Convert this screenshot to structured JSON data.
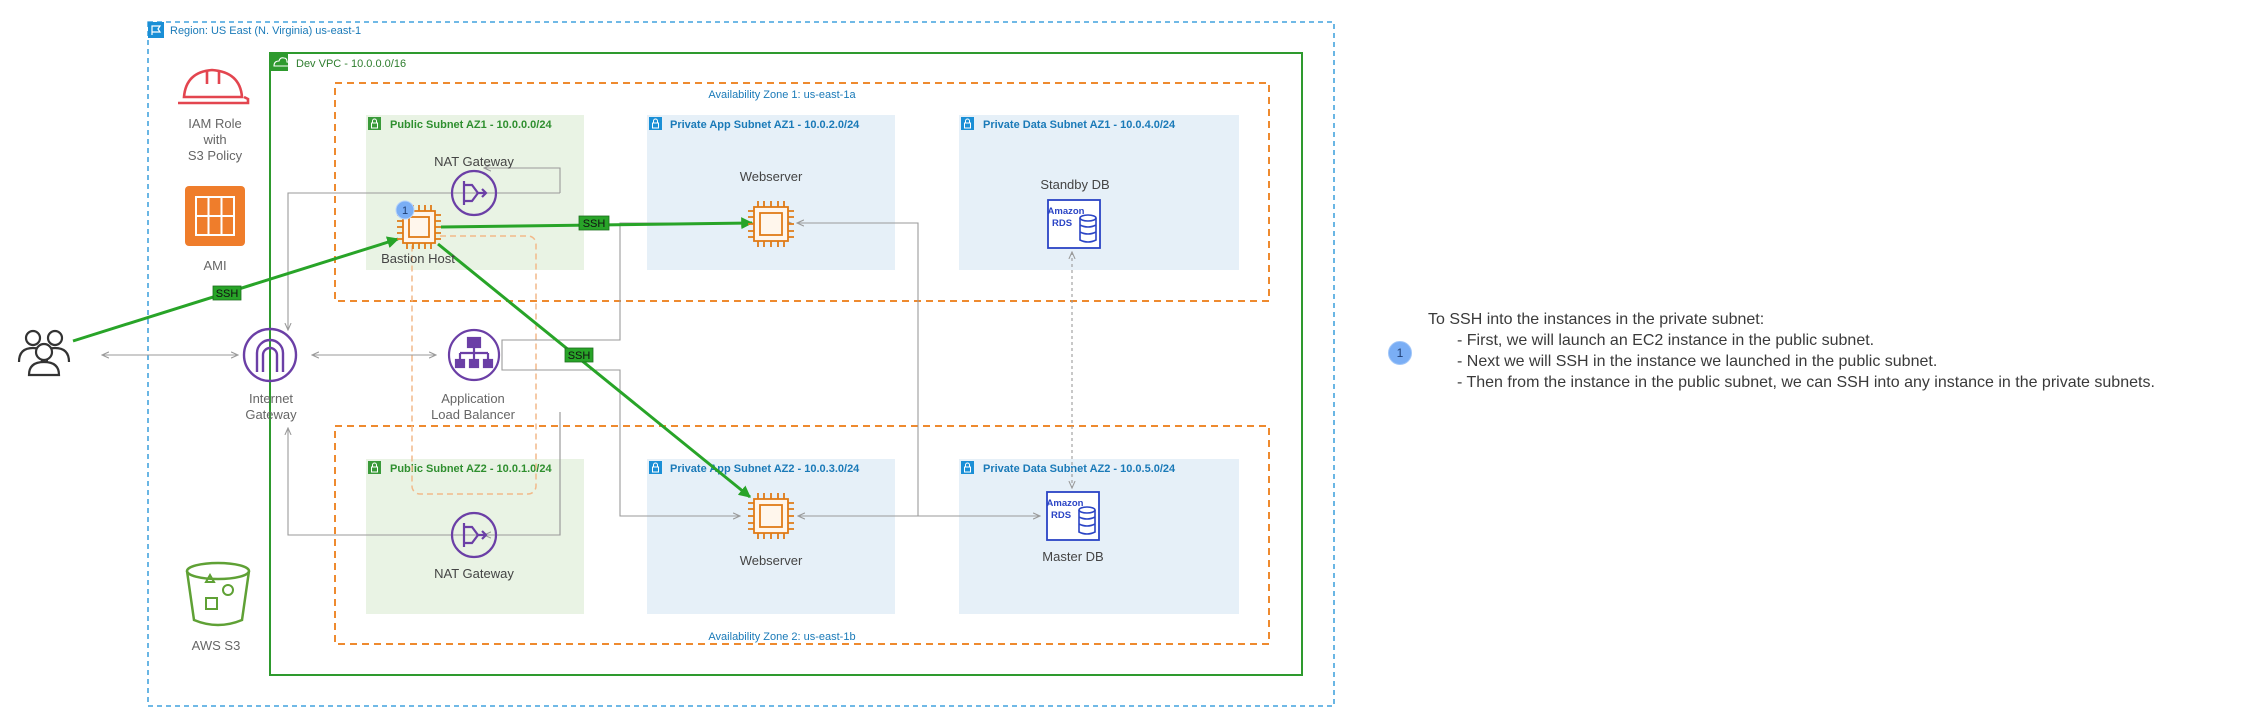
{
  "region": {
    "label": "Region: US East (N. Virginia) us-east-1"
  },
  "vpc": {
    "label": "Dev VPC - 10.0.0.0/16"
  },
  "az1": {
    "label": "Availability Zone 1: us-east-1a"
  },
  "az2": {
    "label": "Availability Zone 2: us-east-1b"
  },
  "subnets": {
    "public_az1": "Public Subnet AZ1 - 10.0.0.0/24",
    "app_az1": "Private App Subnet AZ1 - 10.0.2.0/24",
    "data_az1": "Private Data Subnet AZ1 - 10.0.4.0/24",
    "public_az2": "Public Subnet AZ2 - 10.0.1.0/24",
    "app_az2": "Private App Subnet AZ2 - 10.0.3.0/24",
    "data_az2": "Private Data Subnet AZ2 - 10.0.5.0/24"
  },
  "nodes": {
    "iam_role": [
      "IAM Role",
      "with",
      "S3 Policy"
    ],
    "ami": "AMI",
    "aws_s3": "AWS S3",
    "internet_gateway": [
      "Internet",
      "Gateway"
    ],
    "alb": [
      "Application",
      "Load Balancer"
    ],
    "nat_gateway_az1": "NAT Gateway",
    "nat_gateway_az2": "NAT Gateway",
    "bastion_host": "Bastion Host",
    "webserver_az1": "Webserver",
    "webserver_az2": "Webserver",
    "standby_db": "Standby DB",
    "master_db": "Master DB",
    "rds_text": [
      "Amazon",
      "RDS"
    ]
  },
  "ssh_label": "SSH",
  "step_badge": "1",
  "note": {
    "heading": "To SSH into the instances in the private subnet:",
    "items": [
      "First, we will launch an EC2 instance in the public subnet.",
      "Next we will SSH in the instance we launched in the public subnet.",
      "Then from the instance in the public subnet, we can SSH into any instance in the private subnets."
    ]
  },
  "colors": {
    "region_border": "#1a8fd6",
    "vpc_border": "#2e9a2e",
    "az_border": "#ee8a2f",
    "public_subnet_fill": "#e9f3e4",
    "private_subnet_fill": "#e6f0f8",
    "public_subnet_label": "#2f8f2f",
    "private_subnet_label": "#1a7ab8",
    "ec2_orange": "#e07b17",
    "gateway_purple": "#6b3fa6",
    "rds_blue": "#2a44c5",
    "iam_red": "#e3454f",
    "ami_orange": "#ef7d2b",
    "s3_green": "#5fa135",
    "ssh_green": "#28a428",
    "arrow_gray": "#9a9a9a"
  }
}
